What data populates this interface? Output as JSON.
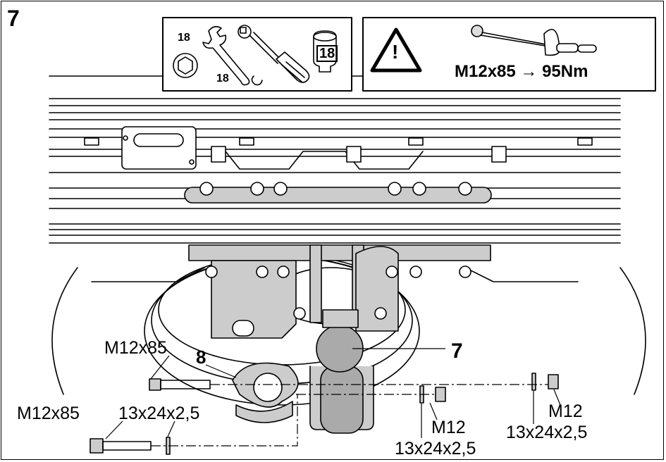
{
  "step_number": "7",
  "tools": {
    "hex_key_size": "18",
    "wrench_size": "18",
    "socket_size": "18"
  },
  "warning": {
    "symbol": "!",
    "torque_spec": "M12x85 → 95Nm"
  },
  "callouts": {
    "part_7": "7",
    "part_8": "8"
  },
  "fasteners": {
    "bolt_upper": "M12x85",
    "bolt_lower": "M12x85",
    "washer_left": "13x24x2,5",
    "nut_middle": "M12",
    "washer_middle": "13x24x2,5",
    "nut_right": "M12",
    "washer_right": "13x24x2,5"
  },
  "colors": {
    "line": "#000000",
    "part_fill": "#c8c8c8",
    "ball_fill": "#a9a9a9",
    "background": "#ffffff"
  }
}
